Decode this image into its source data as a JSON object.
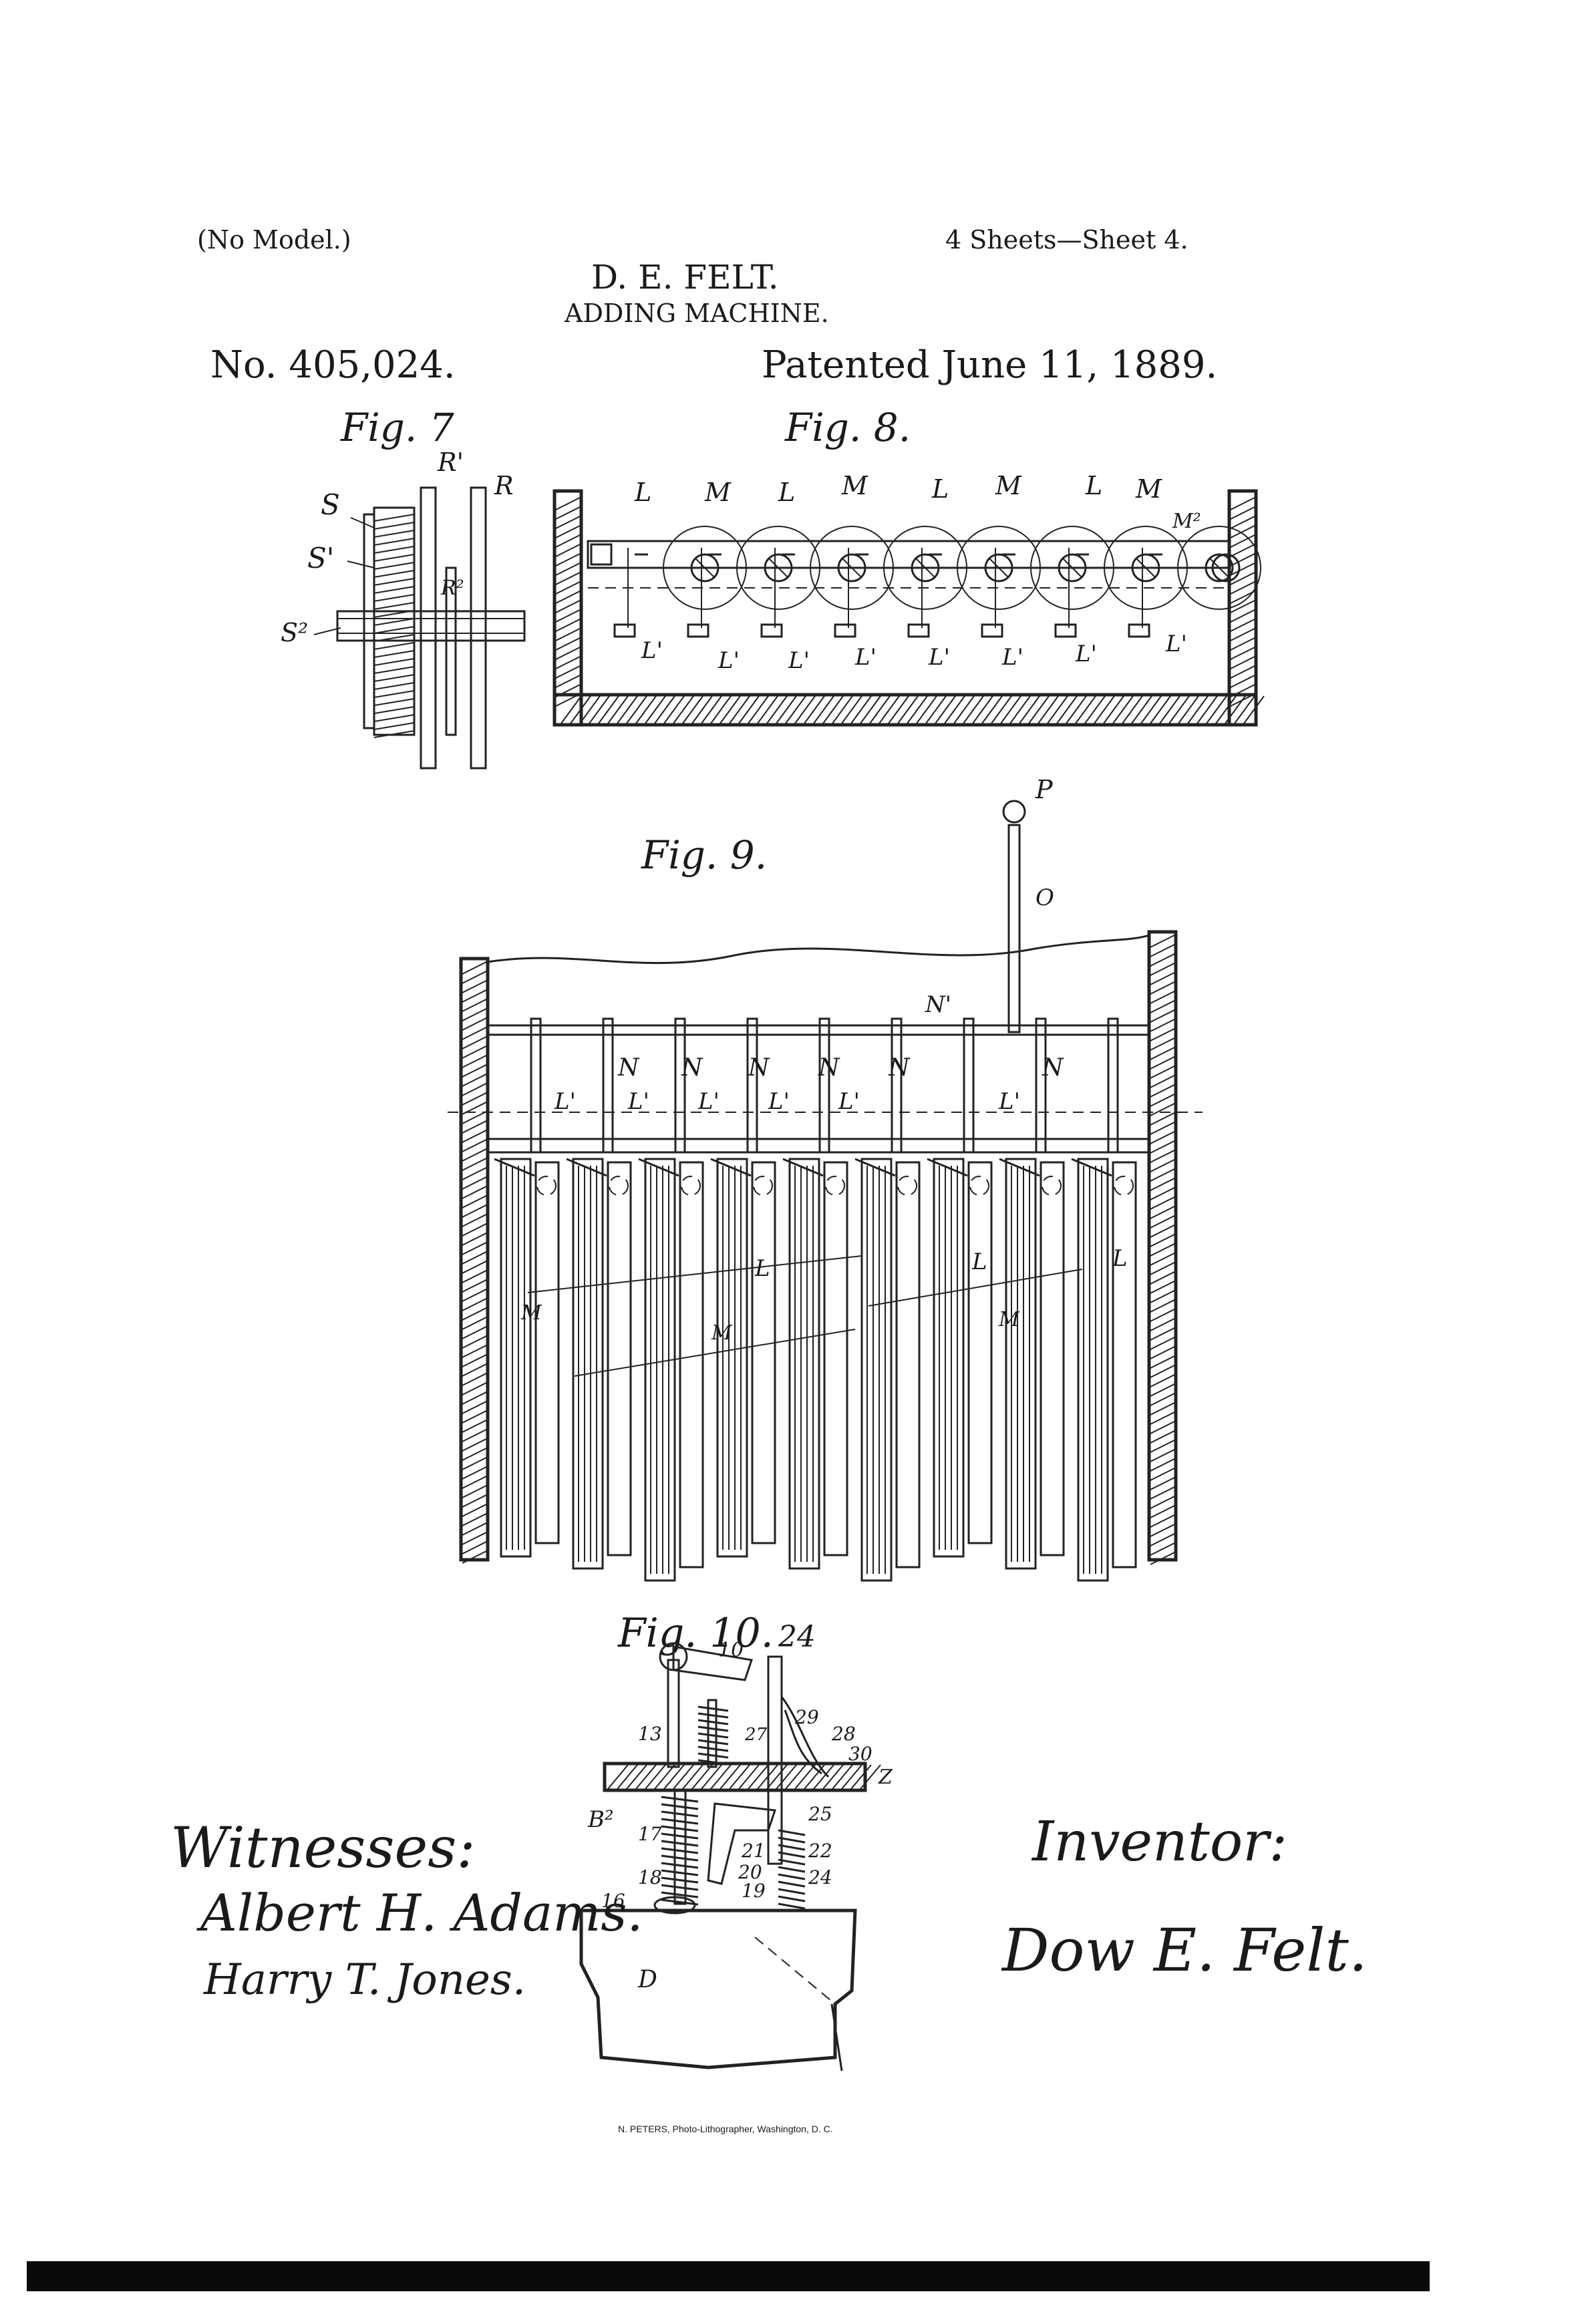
{
  "header": {
    "no_model": "(No Model.)",
    "sheets": "4 Sheets—Sheet 4.",
    "inventor_name": "D. E. FELT.",
    "title": "ADDING MACHINE.",
    "patent_no": "No. 405,024.",
    "patented": "Patented June 11, 1889."
  },
  "figures": {
    "fig7": {
      "caption": "Fig. 7",
      "labels": [
        "S",
        "S'",
        "S²",
        "R'",
        "R",
        "R²"
      ]
    },
    "fig8": {
      "caption": "Fig. 8.",
      "top_labels": [
        "L",
        "M",
        "L",
        "M",
        "L",
        "M",
        "L",
        "M",
        "M²"
      ],
      "bottom_labels": [
        "L'",
        "L'",
        "L'",
        "L'",
        "L'",
        "L'",
        "L'",
        "L'"
      ]
    },
    "fig9": {
      "caption": "Fig. 9.",
      "labels": [
        "P",
        "O",
        "N'",
        "N",
        "N",
        "N",
        "N",
        "N",
        "N",
        "L'",
        "L'",
        "L'",
        "L'",
        "L'",
        "L'",
        "L",
        "L",
        "L",
        "M",
        "M",
        "M"
      ]
    },
    "fig10": {
      "caption": "Fig. 10.",
      "labels": [
        "10",
        "24",
        "13",
        "27",
        "29",
        "28",
        "30",
        "Z",
        "B²",
        "25",
        "17",
        "21",
        "22",
        "18",
        "20",
        "19",
        "24",
        "16",
        "D"
      ]
    }
  },
  "witnesses": {
    "heading": "Witnesses:",
    "names": [
      "Albert H. Adams.",
      "Harry T. Jones."
    ]
  },
  "inventor": {
    "heading": "Inventor:",
    "signature": "Dow E. Felt."
  },
  "footer": {
    "lithographer": "N. PETERS, Photo-Lithographer, Washington, D. C."
  }
}
